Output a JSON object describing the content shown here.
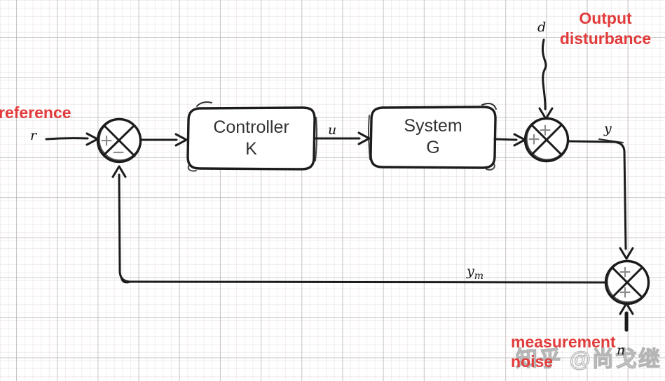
{
  "colors": {
    "ink": "#1c1c1c",
    "annotation_red": "#e23b3b",
    "sign_gray": "#8c8c8c",
    "block_text": "#333333",
    "watermark_gray": "#b5b5b5"
  },
  "annotations": {
    "reference": "reference",
    "output_disturbance": [
      "Output",
      "disturbance"
    ],
    "measurement_noise": [
      "measurement",
      "noise"
    ]
  },
  "signals": {
    "r": "r",
    "u": "u",
    "d": "d",
    "y": "y",
    "n": "n",
    "ym_base": "y",
    "ym_sub": "m"
  },
  "blocks": {
    "controller": {
      "name": "Controller",
      "symbol": "K"
    },
    "system": {
      "name": "System",
      "symbol": "G"
    }
  },
  "junctions": {
    "sum1": {
      "sign_left": "+",
      "sign_bottom": "−"
    },
    "sum2": {
      "sign_top": "+",
      "sign_left": "+"
    },
    "sum3": {
      "sign_top": "+",
      "sign_bottom": "+"
    }
  },
  "watermark": {
    "text": "知乎 @尚戈继"
  }
}
